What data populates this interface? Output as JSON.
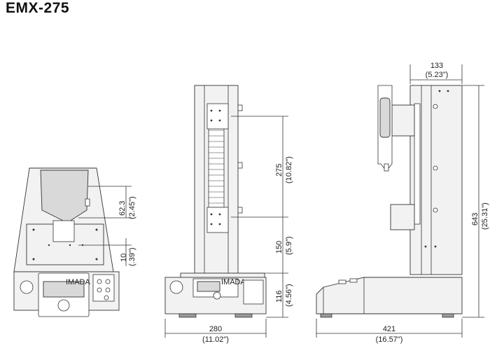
{
  "title": "EMX-275",
  "dimensions": {
    "side_width_mm": "133",
    "side_width_in": "(5.23\")",
    "travel_mm": "275",
    "travel_in": "(10.82\")",
    "front_offset_mm": "62.3",
    "front_offset_in": "(2.45\")",
    "front_small_mm": "10",
    "front_small_in": "(.39\")",
    "clearance_mm": "150",
    "clearance_in": "(5.9\")",
    "base_height_mm": "116",
    "base_height_in": "(4.56\")",
    "height_mm": "643",
    "height_in": "(25.31\")",
    "front_width_mm": "280",
    "front_width_in": "(11.02\")",
    "depth_mm": "421",
    "depth_in": "(16.57\")"
  },
  "brand_label": "IMADA"
}
